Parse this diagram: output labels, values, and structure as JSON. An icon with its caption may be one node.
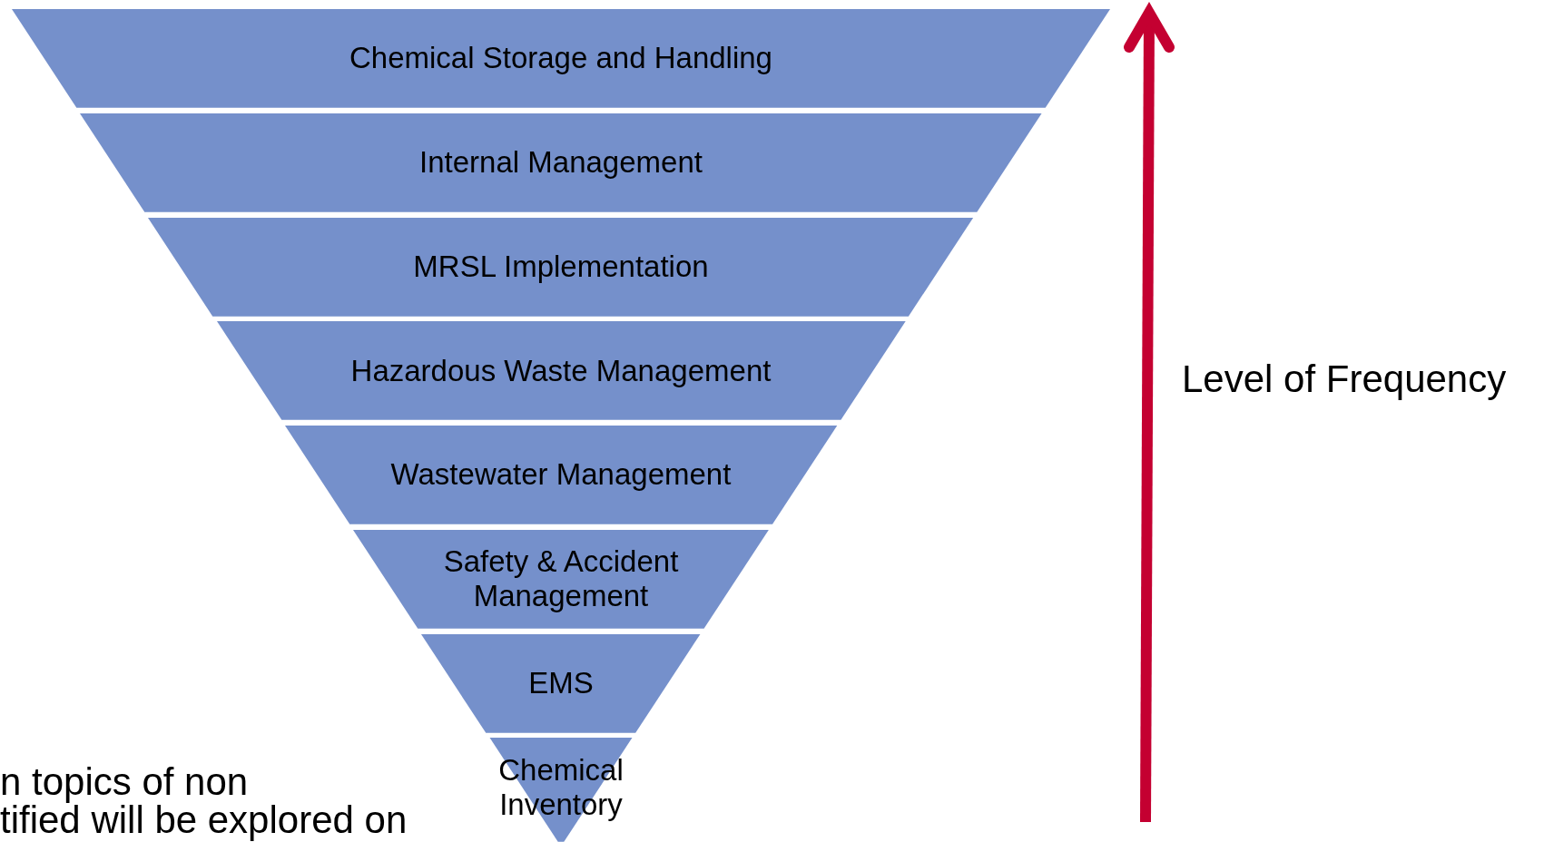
{
  "diagram": {
    "nodes": [
      {
        "text": [
          "Chemical Storage and Handling"
        ]
      },
      {
        "text": [
          "Internal Management"
        ]
      },
      {
        "text": [
          "MRSL Implementation"
        ]
      },
      {
        "text": [
          "Hazardous Waste Management"
        ]
      },
      {
        "text": [
          "Wastewater Management"
        ]
      },
      {
        "text": [
          "Safety & Accident Management"
        ]
      },
      {
        "text": [
          "EMS"
        ]
      },
      {
        "text": [
          "Chemical Inventory"
        ]
      }
    ],
    "edges": [],
    "labels": [
      "Level of Frequency",
      "n topics of non",
      "tified will be explored on"
    ]
  }
}
